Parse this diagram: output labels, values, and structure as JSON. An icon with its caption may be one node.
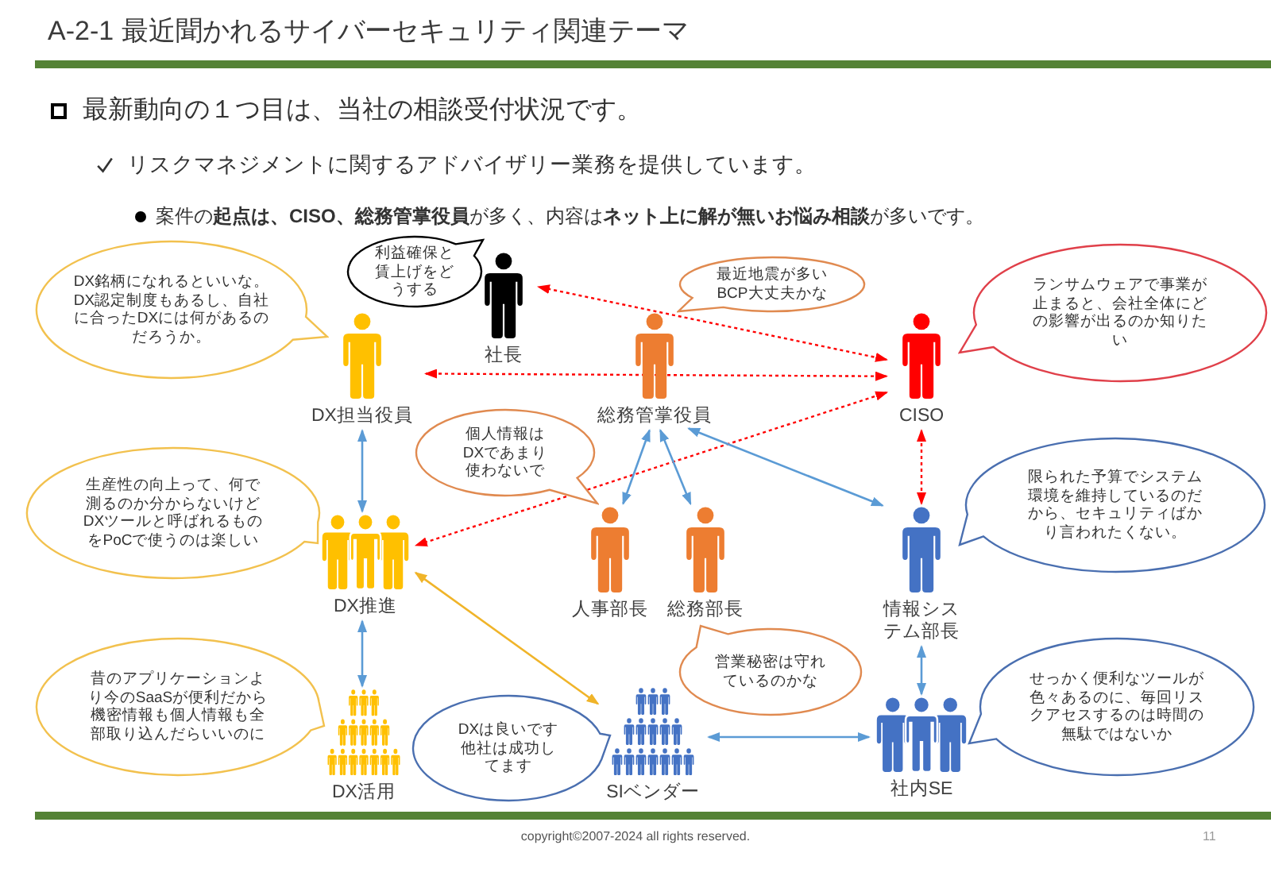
{
  "diagram": {
    "title": "A-2-1 最近聞かれるサイバーセキュリティ関連テーマ",
    "nodes": [
      {
        "text": [
          "DX銘柄になれるといいな。DX認定制度もあるし、自社に合ったDXには何があるのだろうか。"
        ]
      },
      {
        "text": [
          "利益確保と賃上げをどうする"
        ]
      },
      {
        "text": [
          "社長"
        ]
      },
      {
        "text": [
          "最近地震が多いBCP大丈夫かな"
        ]
      },
      {
        "text": [
          "ランサムウェアで事業が止まると、会社全体にどの影響が出るのか知りたい"
        ]
      },
      {
        "text": [
          "DX担当役員"
        ]
      },
      {
        "text": [
          "総務管掌役員"
        ]
      },
      {
        "text": [
          "CISO"
        ]
      },
      {
        "text": [
          "生産性の向上って、何で測るのか分からないけどDXツールと呼ばれるものをPoCで使うのは楽しい"
        ]
      },
      {
        "text": [
          "個人情報はDXであまり使わないで"
        ]
      },
      {
        "text": [
          "限られた予算でシステム環境を維持しているのだから、セキュリティばかり言われたくない。"
        ]
      },
      {
        "text": [
          "DX推進"
        ]
      },
      {
        "text": [
          "人事部長"
        ]
      },
      {
        "text": [
          "総務部長"
        ]
      },
      {
        "text": [
          "情報システム部長"
        ]
      },
      {
        "text": [
          "営業秘密は守れているのかな"
        ]
      },
      {
        "text": [
          "昔のアプリケーションより今のSaaSが便利だから機密情報も個人情報も全部取り込んだらいいのに"
        ]
      },
      {
        "text": [
          "せっかく便利なツールが色々あるのに、毎回リスクアセスするのは時間の無駄ではないか"
        ]
      },
      {
        "text": [
          "DX活用"
        ]
      },
      {
        "text": [
          "DXは良いです他社は成功してます"
        ]
      },
      {
        "text": [
          "SIベンダー"
        ]
      },
      {
        "text": [
          "社内SE"
        ]
      }
    ],
    "edges": [
      {
        "from": 7,
        "to": 2,
        "arrow": "both",
        "style": "dashed",
        "color": "#ff0000"
      },
      {
        "from": 7,
        "to": 5,
        "arrow": "both",
        "style": "dashed",
        "color": "#ff0000"
      },
      {
        "from": 7,
        "to": 11,
        "arrow": "both",
        "style": "dashed",
        "color": "#ff0000"
      },
      {
        "from": 7,
        "to": 14,
        "arrow": "both",
        "style": "dashed",
        "color": "#ff0000"
      },
      {
        "from": 5,
        "to": 11,
        "arrow": "both"
      },
      {
        "from": 6,
        "to": 12,
        "arrow": "both"
      },
      {
        "from": 6,
        "to": 13,
        "arrow": "both"
      },
      {
        "from": 6,
        "to": 14,
        "arrow": "both"
      },
      {
        "from": 11,
        "to": 18,
        "arrow": "both"
      },
      {
        "from": 11,
        "to": 20,
        "arrow": "both",
        "color": "#f0b429"
      },
      {
        "from": 14,
        "to": 21,
        "arrow": "both"
      },
      {
        "from": 20,
        "to": 21,
        "arrow": "both"
      }
    ],
    "labels": [
      "最新動向の１つ目は、当社の相談受付状況です。",
      "リスクマネジメントに関するアドバイザリー業務を提供しています。",
      "案件の**起点は、CISO、総務管掌役員**が多く、内容は**ネット上に解が無いお悩み相談**が多いです。",
      "copyright©2007-2024 all rights reserved.",
      "11"
    ]
  }
}
